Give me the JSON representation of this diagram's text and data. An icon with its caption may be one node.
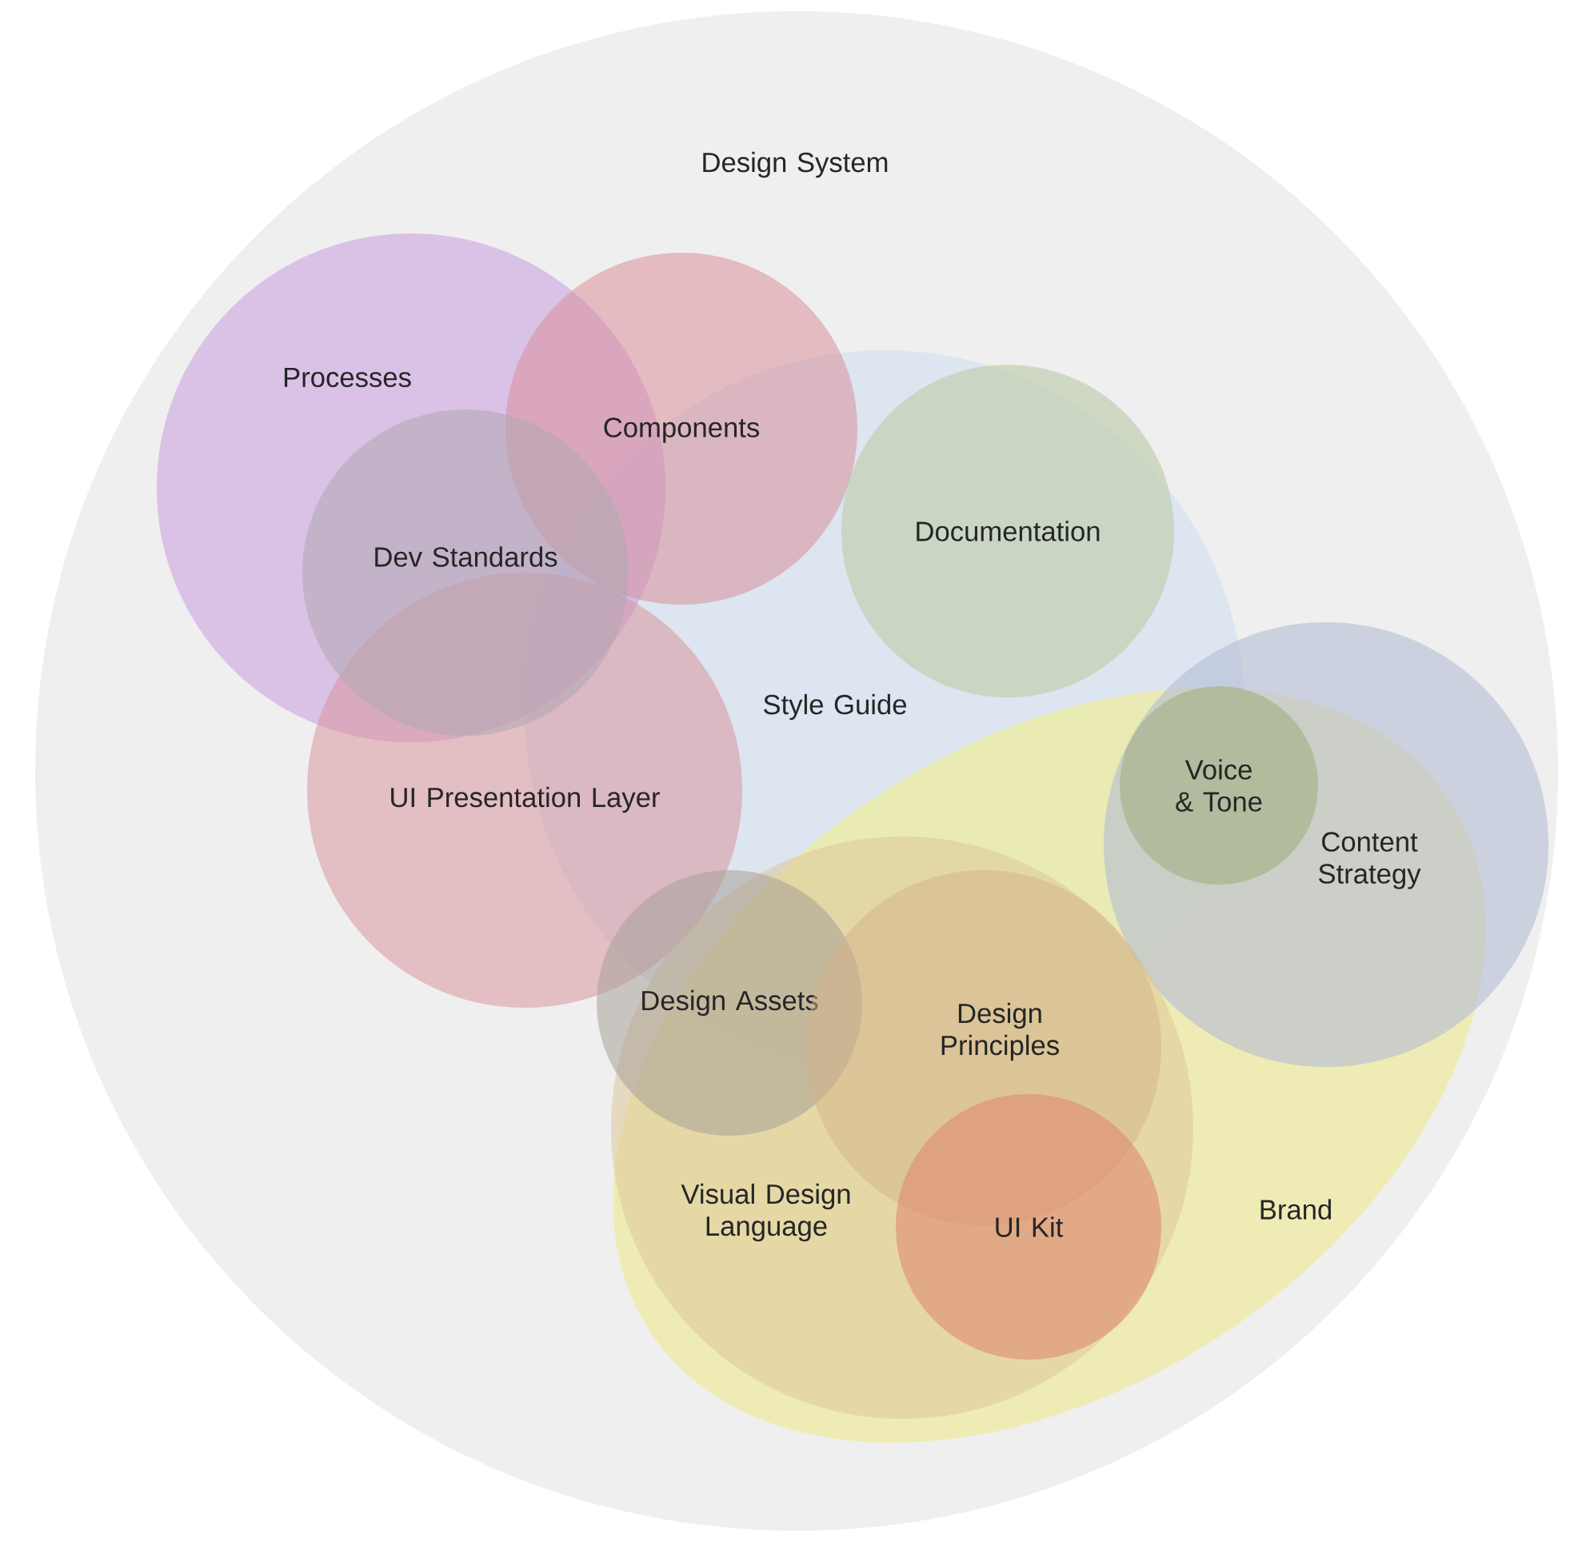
{
  "diagram": {
    "nodes": [
      {
        "text": [
          "Design System"
        ]
      },
      {
        "text": [
          "Processes"
        ],
        "in": 0
      },
      {
        "text": [
          "Components"
        ],
        "in": 0
      },
      {
        "text": [
          "Dev Standards"
        ],
        "in": 1
      },
      {
        "text": [
          "Documentation"
        ],
        "in": 5
      },
      {
        "text": [
          "Style Guide"
        ],
        "in": 0
      },
      {
        "text": [
          "UI Presentation Layer"
        ],
        "in": 0
      },
      {
        "text": [
          "Voice & Tone"
        ]
      },
      {
        "text": [
          "Content Strategy"
        ],
        "in": 0
      },
      {
        "text": [
          "Design Assets"
        ],
        "in": 12
      },
      {
        "text": [
          "Design Principles"
        ],
        "in": 12
      },
      {
        "text": [
          "Brand"
        ],
        "in": 0
      },
      {
        "text": [
          "Visual Design Language"
        ],
        "in": 11
      },
      {
        "text": [
          "UI Kit"
        ],
        "in": 12
      }
    ]
  }
}
